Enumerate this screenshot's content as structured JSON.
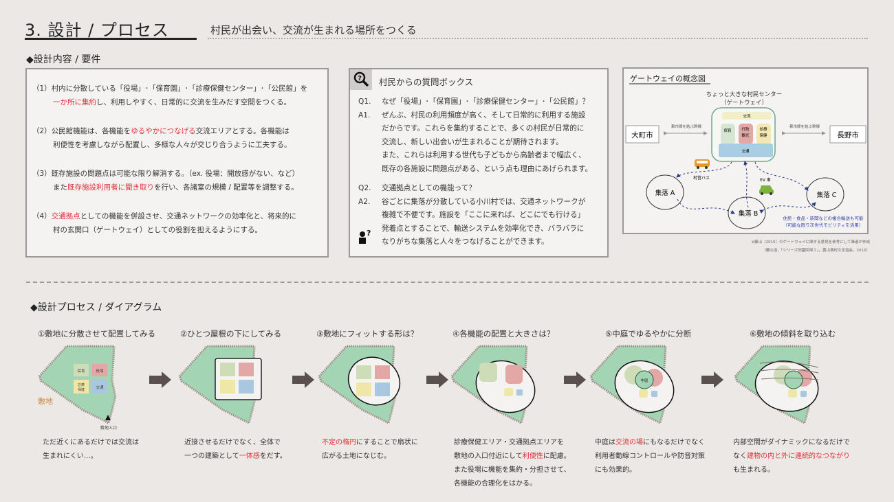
{
  "header": {
    "title": "3. 設計 / プロセス",
    "subtitle": "村民が出会い、交流が生まれる場所をつくる"
  },
  "requirements": {
    "heading": "◆設計内容 / 要件",
    "items": [
      {
        "num": "（1）",
        "l1": "村内に分散している「役場」･「保育園」･「診療保健センター」･「公民館」を",
        "l2_red": "一か所に集約",
        "l2": "し、利用しやすく、日常的に交流を生みだす空間をつくる。"
      },
      {
        "num": "（2）",
        "l1a": "公民館機能は、各機能を",
        "l1_red": "ゆるやかにつなげる",
        "l1b": "交流エリアとする。各機能は",
        "l2": "利便性を考慮しながら配置し、多様な人々が交じり合うように工夫する。"
      },
      {
        "num": "（3）",
        "l1": "既存施設の問題点は可能な限り解消する。（ex. 役場：開放感がない、など）",
        "l2a": "また",
        "l2_red": "既存施設利用者に聞き取り",
        "l2b": "を行い、各諸室の規模 / 配置等を調整する。"
      },
      {
        "num": "（4）",
        "l1_red": "交通拠点",
        "l1": "としての機能を併設させ、交通ネットワークの効率化と、将来的に",
        "l2": "村の玄関口（ゲートウェイ）としての役割を担えるようにする。"
      }
    ]
  },
  "qbox": {
    "title": "村民からの質問ボックス",
    "icon": "magnifier-question-icon",
    "q1": {
      "label": "Q1.",
      "text": "なぜ「役場」･「保育園」･「診療保健センター」･「公民館」？"
    },
    "a1": {
      "label": "A1.",
      "lines": [
        "ぜんぶ、村民の利用頻度が高く、そして日常的に利用する施設",
        "だからです。これらを集約することで、多くの村民が日常的に",
        "交流し、新しい出会いが生まれることが期待されます。",
        "また、これらは利用する世代も子どもから高齢者まで幅広く、",
        "既存の各施設に問題点がある、という点も理由にあげられます。"
      ]
    },
    "q2": {
      "label": "Q2.",
      "text": "交通拠点としての機能って？"
    },
    "a2": {
      "label": "A2.",
      "lines": [
        "谷ごとに集落が分散している小川村では、交通ネットワークが",
        "複雑で不便です。施設を「ここに来れば、どこにでも行ける」",
        "発着点とすることで、輸送システムを効率化でき、バラバラに",
        "なりがちな集落と人々をつなげることができます。"
      ]
    }
  },
  "gateway": {
    "title": "ゲートウェイの概念図",
    "center_l1": "ちょっと大きな村民センター",
    "center_l2": "（ゲートウェイ）",
    "koryu": "交流",
    "hoiku": "保育",
    "gyosei1": "行政",
    "gyosei2": "観光",
    "shinryo1": "診療",
    "shinryo2": "保健",
    "kotsu": "交通",
    "city_left": "大町市",
    "city_right": "長野市",
    "trunk_left": "都市間を結ぶ幹線",
    "trunk_right": "都市間を結ぶ幹線",
    "bus": "村営バス",
    "ev": "EV 車",
    "village_a": "集落 A",
    "village_b": "集落 B",
    "village_c": "集落 C",
    "note1": "住民・食品・新聞などの複合輸送も可能",
    "note2": "（可能な限り次世代モビリティを活用）",
    "cite1": "※藤山（2015）のゲートウェイに関する意見を参考にして筆者が作成",
    "cite2": "（藤山浩，「シリーズ田園回帰１」，農山漁村文化協会，2015）",
    "colors": {
      "frame": "#6aa88a",
      "koryu": "#f2efc8",
      "hoiku": "#d7e6d2",
      "gyosei": "#e3a7a6",
      "shinryo": "#f3e8b3",
      "kotsu": "#a9cde3",
      "arrow": "#2a3a8a",
      "note": "#3a44b0"
    }
  },
  "process": {
    "heading": "◆設計プロセス / ダイアグラム",
    "site_label": "敷地",
    "entrance": "敷地入口",
    "block_labels": {
      "hoiku": "保育",
      "yakuba": "役場",
      "shinryo1": "診療",
      "shinryo2": "保健",
      "kotsu": "交通",
      "court": "中庭"
    },
    "steps": [
      {
        "title": "①敷地に分散させて配置してみる",
        "l1": "ただ近くにあるだけでは交流は",
        "l2": "生まれにくい…。"
      },
      {
        "title": "②ひとつ屋根の下にしてみる",
        "l1": "近接させるだけでなく、全体で",
        "l2a": "一つの建築として",
        "l2_red": "一体感",
        "l2b": "をだす。"
      },
      {
        "title": "③敷地にフィットする形は？",
        "l1_red": "不定の楕円",
        "l1": "にすることで扇状に",
        "l2": "広がる土地になじむ。"
      },
      {
        "title": "④各機能の配置と大きさは？",
        "l1": "診療保健エリア・交通拠点エリアを",
        "l2a": "敷地の入口付近にして",
        "l2_red": "利便性",
        "l2b": "に配慮。",
        "l3": "また役場に機能を集約・分担させて、",
        "l4": "各機能の合理化をはかる。"
      },
      {
        "title": "⑤中庭でゆるやかに分断",
        "l1a": "中庭は",
        "l1_red": "交流の場",
        "l1b": "にもなるだけでなく",
        "l2": "利用者動線コントロールや防音対策",
        "l3": "にも効果的。"
      },
      {
        "title": "⑥敷地の傾斜を取り込む",
        "l1": "内部空間がダイナミックになるだけで",
        "l2a": "なく",
        "l2_red": "建物の内と外に連続的なつながり",
        "l3": "も生まれる。"
      }
    ],
    "colors": {
      "site": "#a3d4b4",
      "site_border": "#a08a86",
      "green": "#cfdcb8",
      "red": "#e3a7a6",
      "yellow": "#efe7a8",
      "blue": "#a9c8df",
      "arrow": "#5a514e"
    }
  }
}
